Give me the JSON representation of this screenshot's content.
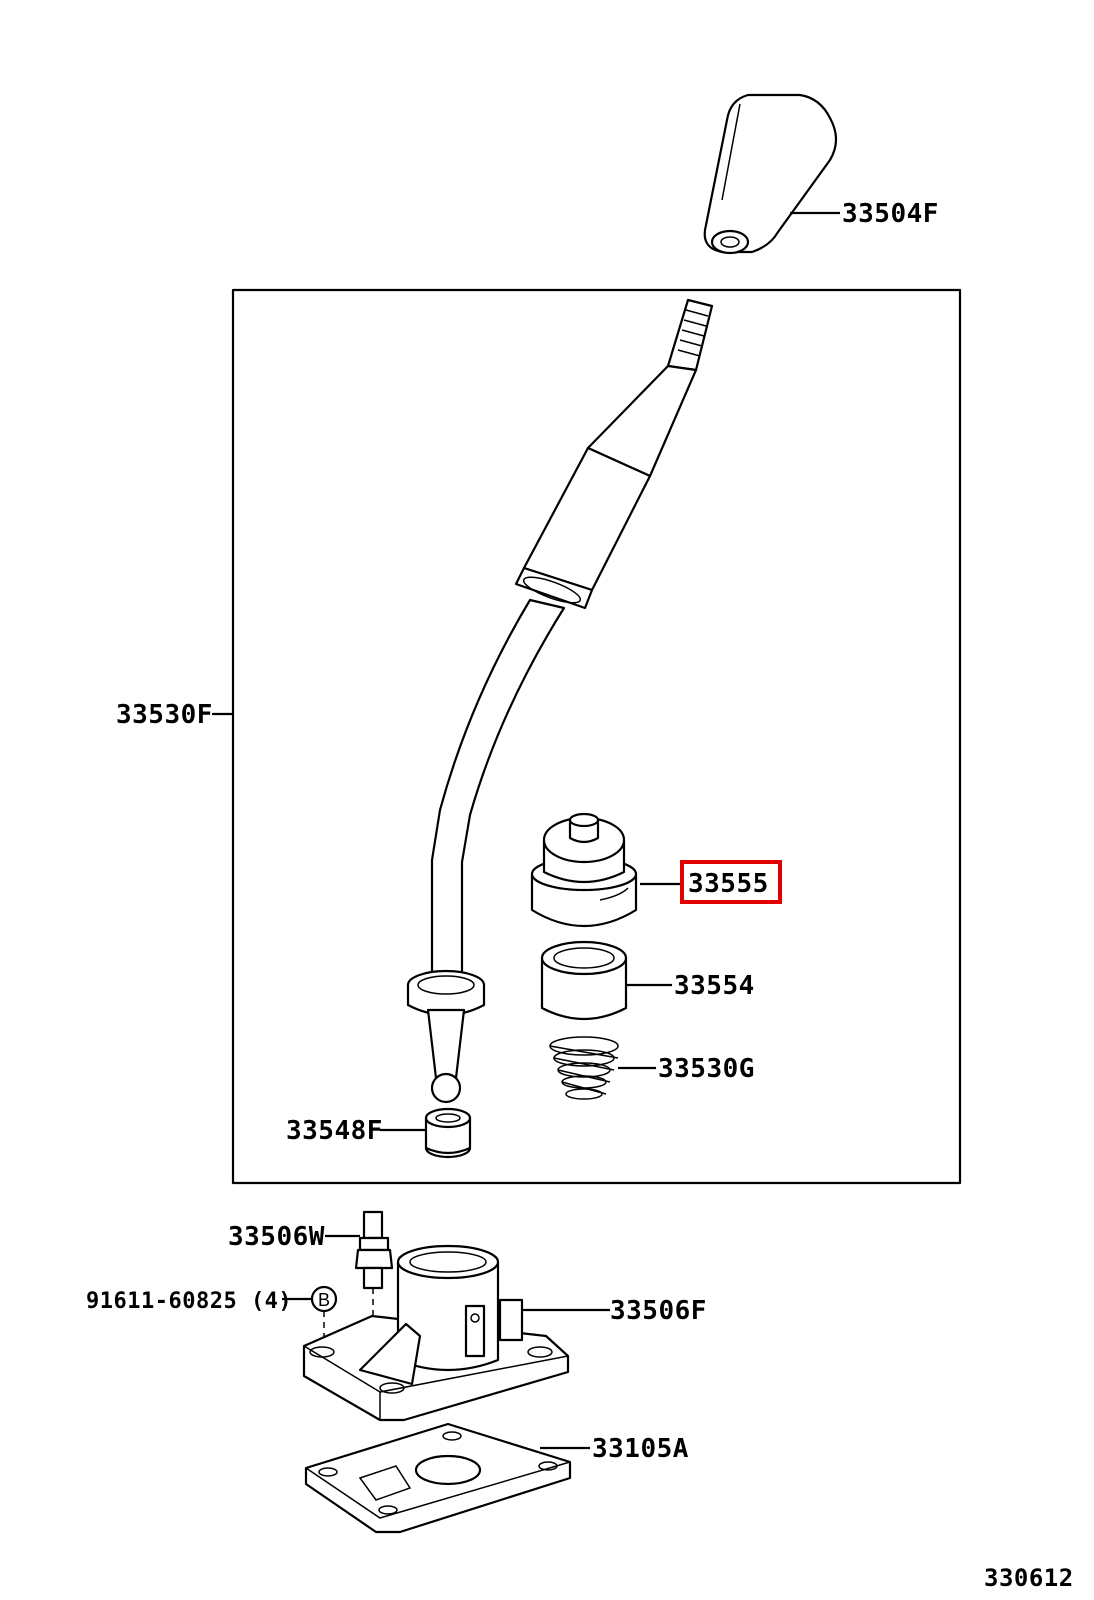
{
  "parts": {
    "shift_knob": "33504F",
    "shift_lever_assy": "33530F",
    "lever_seat": "33555",
    "lever_bushing": "33554",
    "spring": "33530G",
    "lever_ball_seat": "33548F",
    "stud_bolt": "33506W",
    "bolt": "91611-60825 (4)",
    "bolt_mark": "B",
    "lever_retainer": "33506F",
    "gasket": "33105A"
  },
  "highlight_part": "33555",
  "highlight_color": "#e00000",
  "figure_number": "330612"
}
